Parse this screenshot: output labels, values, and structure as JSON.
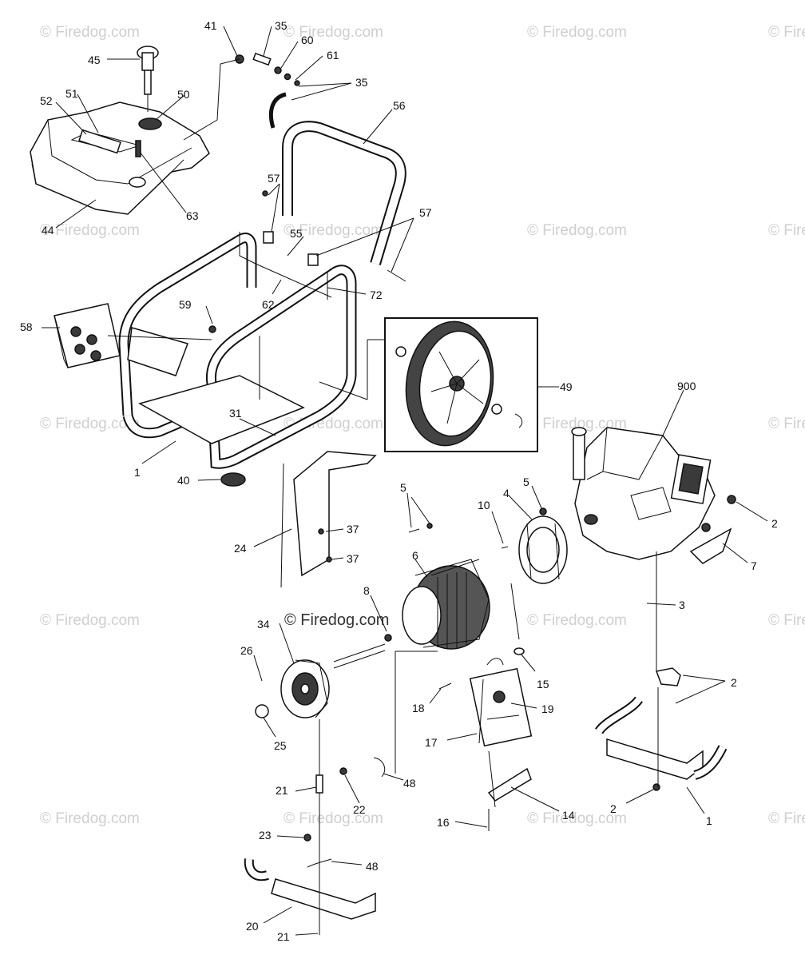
{
  "watermarks": {
    "text": "© Firedog.com",
    "center_text": "© Firedog.com"
  },
  "callouts": {
    "p41": "41",
    "p35a": "35",
    "p60": "60",
    "p61": "61",
    "p35b": "35",
    "p45": "45",
    "p52": "52",
    "p51": "51",
    "p50": "50",
    "p56": "56",
    "p57a": "57",
    "p57b": "57",
    "p44": "44",
    "p63": "63",
    "p55": "55",
    "p62": "62",
    "p72": "72",
    "p59": "59",
    "p58": "58",
    "p49": "49",
    "p900": "900",
    "p31": "31",
    "p1a": "1",
    "p40": "40",
    "p5a": "5",
    "p5b": "5",
    "p4": "4",
    "p10": "10",
    "p2a": "2",
    "p37a": "37",
    "p24": "24",
    "p37b": "37",
    "p6": "6",
    "p7": "7",
    "p8": "8",
    "p3": "3",
    "p34": "34",
    "p26": "26",
    "p15": "15",
    "p2b": "2",
    "p18": "18",
    "p19": "19",
    "p25": "25",
    "p17": "17",
    "p21a": "21",
    "p48a": "48",
    "p22": "22",
    "p14": "14",
    "p2c": "2",
    "p1b": "1",
    "p16": "16",
    "p23": "23",
    "p48b": "48",
    "p20": "20",
    "p21b": "21"
  }
}
